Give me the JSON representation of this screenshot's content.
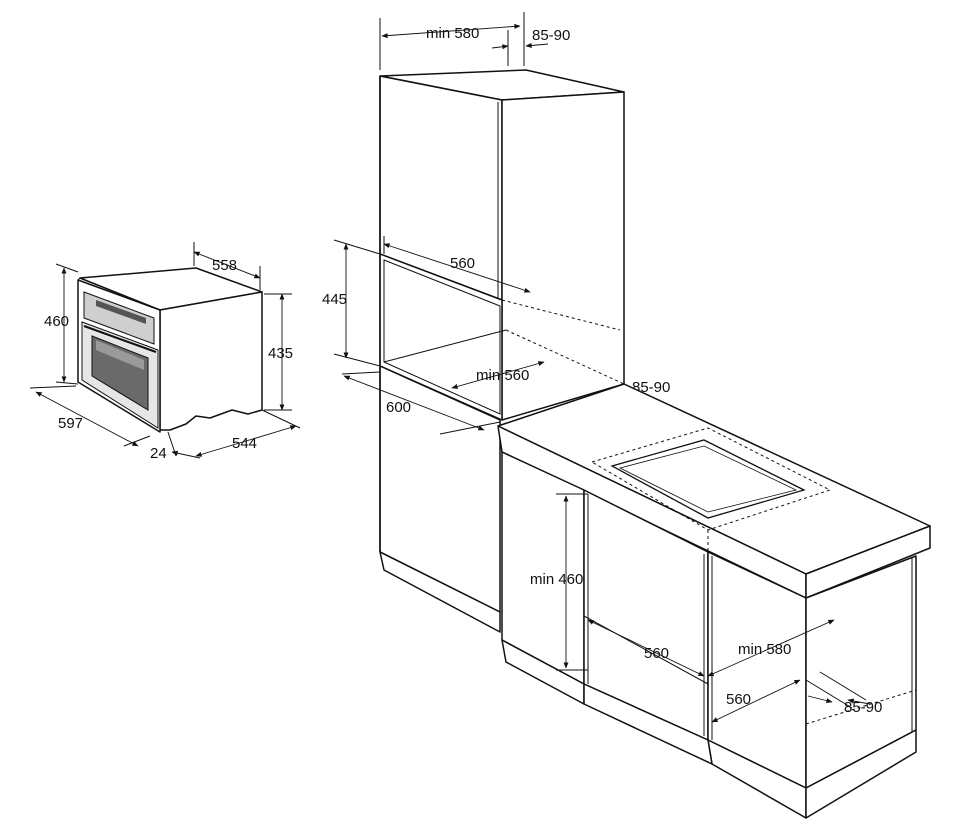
{
  "labels": {
    "appliance_depth": "558",
    "appliance_height": "460",
    "appliance_body_height": "435",
    "appliance_width": "597",
    "appliance_front": "24",
    "appliance_body_depth": "544",
    "tall_cabinet_depth": "min 580",
    "tall_cabinet_gap": "85-90",
    "niche_width": "560",
    "niche_height": "445",
    "niche_depth": "min 560",
    "tall_cabinet_width": "600",
    "counter_gap": "85-90",
    "undercounter_height": "min 460",
    "undercounter_width": "560",
    "undercounter_depth": "min 580",
    "undercounter_inner_width": "560",
    "undercounter_gap": "85-90"
  }
}
